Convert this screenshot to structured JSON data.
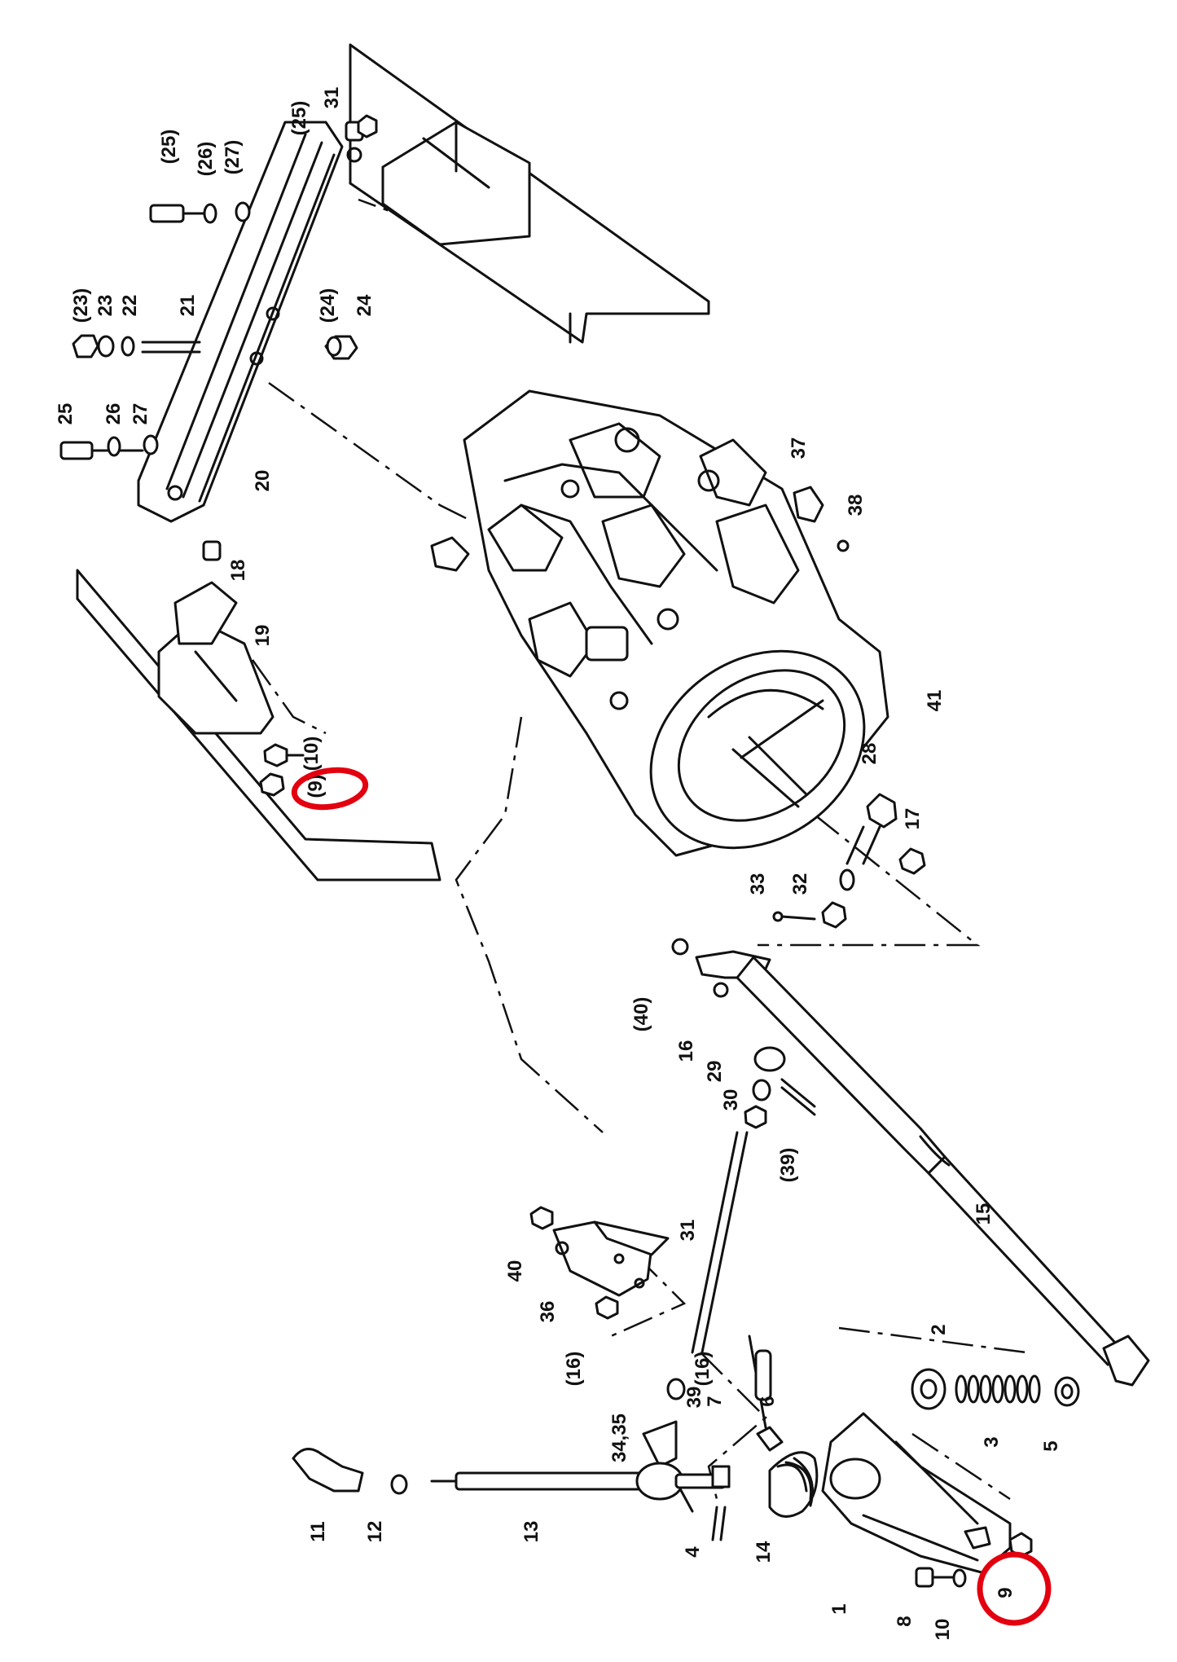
{
  "callouts": [
    {
      "label": "(25)"
    },
    {
      "label": "(26)"
    },
    {
      "label": "(27)"
    },
    {
      "label": "31"
    },
    {
      "label": "(25)"
    },
    {
      "label": "(23)"
    },
    {
      "label": "23"
    },
    {
      "label": "22"
    },
    {
      "label": "21"
    },
    {
      "label": "(24)"
    },
    {
      "label": "24"
    },
    {
      "label": "25"
    },
    {
      "label": "26"
    },
    {
      "label": "27"
    },
    {
      "label": "20"
    },
    {
      "label": "18"
    },
    {
      "label": "19"
    },
    {
      "label": "(10)"
    },
    {
      "label": "(9)"
    },
    {
      "label": "37"
    },
    {
      "label": "38"
    },
    {
      "label": "41"
    },
    {
      "label": "28"
    },
    {
      "label": "17"
    },
    {
      "label": "33"
    },
    {
      "label": "32"
    },
    {
      "label": "(40)"
    },
    {
      "label": "16"
    },
    {
      "label": "29"
    },
    {
      "label": "30"
    },
    {
      "label": "(39)"
    },
    {
      "label": "31"
    },
    {
      "label": "15"
    },
    {
      "label": "40"
    },
    {
      "label": "36"
    },
    {
      "label": "(16)"
    },
    {
      "label": "(16)"
    },
    {
      "label": "34,35"
    },
    {
      "label": "39"
    },
    {
      "label": "7"
    },
    {
      "label": "6"
    },
    {
      "label": "2"
    },
    {
      "label": "3"
    },
    {
      "label": "5"
    },
    {
      "label": "11"
    },
    {
      "label": "12"
    },
    {
      "label": "13"
    },
    {
      "label": "4"
    },
    {
      "label": "14"
    },
    {
      "label": "1"
    },
    {
      "label": "8"
    },
    {
      "label": "10"
    },
    {
      "label": "9"
    }
  ],
  "highlight_color": "#e3000f",
  "line_color": "#111111"
}
